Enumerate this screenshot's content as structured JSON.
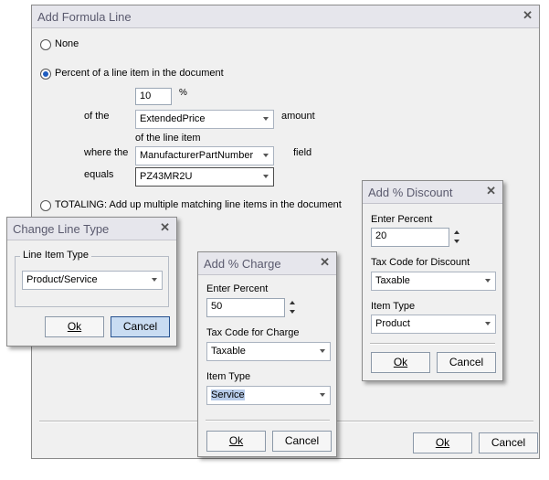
{
  "main": {
    "title": "Add Formula Line",
    "opt_none": "None",
    "opt_percent": "Percent of a line item in the document",
    "percent_value": "10",
    "percent_sign": "%",
    "of_the_label": "of the",
    "amount_field": "ExtendedPrice",
    "amount_label": "amount",
    "of_line_item_label": "of the line item",
    "where_the_label": "where the",
    "where_field": "ManufacturerPartNumber",
    "field_label": "field",
    "equals_label": "equals",
    "equals_value": "PZ43MR2U",
    "opt_totaling": "TOTALING: Add up multiple matching line items in the document",
    "ok": "Ok",
    "cancel": "Cancel"
  },
  "change_line_type": {
    "title": "Change Line Type",
    "group_label": "Line Item Type",
    "value": "Product/Service",
    "ok": "Ok",
    "cancel": "Cancel"
  },
  "add_charge": {
    "title": "Add % Charge",
    "enter_percent_label": "Enter Percent",
    "percent_value": "50",
    "tax_code_label": "Tax Code for Charge",
    "tax_code_value": "Taxable",
    "item_type_label": "Item Type",
    "item_type_value": "Service",
    "ok": "Ok",
    "cancel": "Cancel"
  },
  "add_discount": {
    "title": "Add % Discount",
    "enter_percent_label": "Enter Percent",
    "percent_value": "20",
    "tax_code_label": "Tax Code for Discount",
    "tax_code_value": "Taxable",
    "item_type_label": "Item Type",
    "item_type_value": "Product",
    "ok": "Ok",
    "cancel": "Cancel"
  },
  "icons": {
    "close": "close-icon",
    "dropdown": "chevron-down-icon",
    "spin": "spin-arrows-icon"
  },
  "colors": {
    "title_bar": "#e6e6ec",
    "title_text": "#5a5a6e",
    "dialog_bg": "#f0f0f0",
    "selection": "#b7cbe9",
    "radio_dot": "#1e5cbf"
  }
}
